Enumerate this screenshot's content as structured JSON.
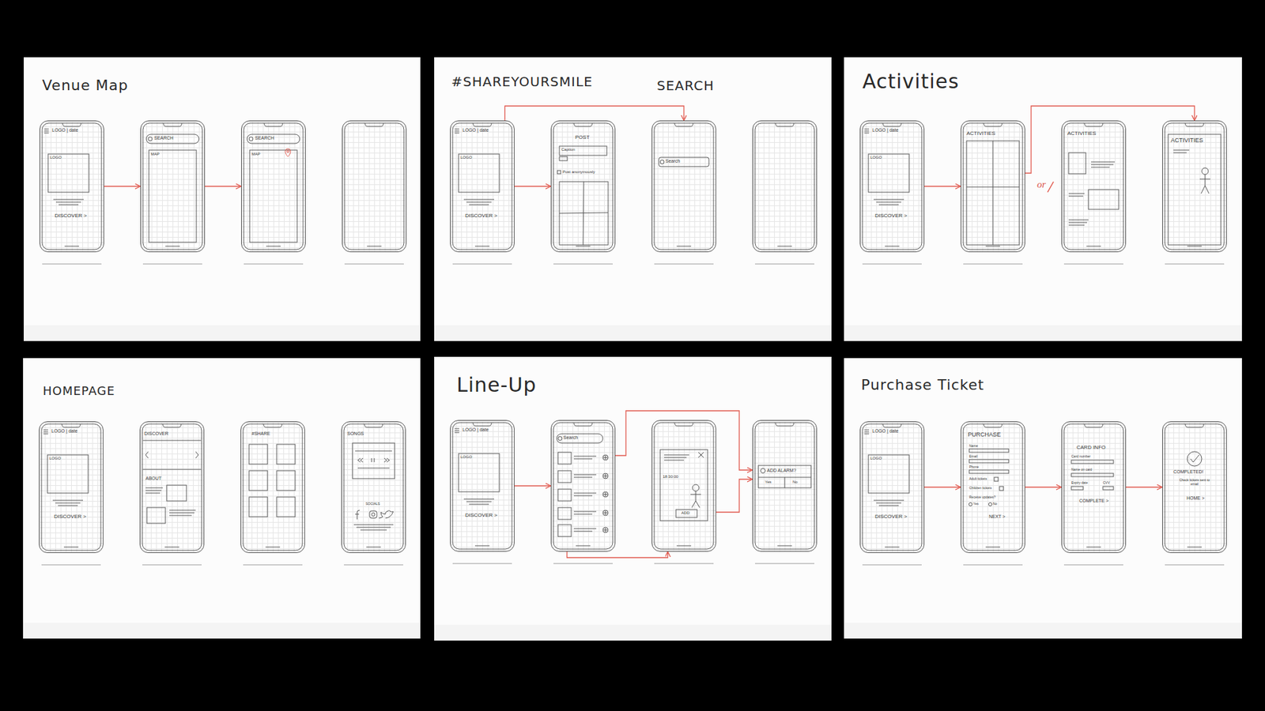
{
  "diagram": {
    "nodes": [
      {
        "text": [
          "Venue Map"
        ]
      },
      {
        "text": [
          "LOGO | date",
          "LOGO",
          "DISCOVER >"
        ],
        "in": 0
      },
      {
        "text": [
          "SEARCH",
          "MAP"
        ],
        "in": 0
      },
      {
        "text": [
          "SEARCH",
          "MAP"
        ],
        "in": 0
      },
      {
        "text": [
          "#SHAREYOURSMILE",
          "SEARCH"
        ]
      },
      {
        "text": [
          "LOGO | date",
          "LOGO",
          "DISCOVER >"
        ],
        "in": 4
      },
      {
        "text": [
          "POST",
          "Caption",
          "Post anonymously"
        ],
        "in": 4
      },
      {
        "text": [
          "Search"
        ],
        "in": 4
      },
      {
        "text": [
          "Activities"
        ]
      },
      {
        "text": [
          "LOGO | date",
          "LOGO",
          "DISCOVER >"
        ],
        "in": 8
      },
      {
        "text": [
          "ACTIVITIES"
        ],
        "in": 8
      },
      {
        "text": [
          "ACTIVITIES"
        ],
        "in": 8
      },
      {
        "text": [
          "ACTIVITIES"
        ],
        "in": 8
      },
      {
        "text": [
          "HOMEPAGE"
        ]
      },
      {
        "text": [
          "LOGO | date",
          "LOGO",
          "DISCOVER >"
        ],
        "in": 13
      },
      {
        "text": [
          "DISCOVER",
          "ABOUT"
        ],
        "in": 13
      },
      {
        "text": [
          "#SHARE"
        ],
        "in": 13
      },
      {
        "text": [
          "SONGS",
          "SOCIALS"
        ],
        "in": 13
      },
      {
        "text": [
          "Line-Up"
        ]
      },
      {
        "text": [
          "LOGO | date",
          "LOGO",
          "DISCOVER >"
        ],
        "in": 18
      },
      {
        "text": [
          "Search"
        ],
        "in": 18
      },
      {
        "text": [
          "18:30:00",
          "ADD"
        ],
        "in": 18
      },
      {
        "text": [
          "ADD ALARM?",
          "Yes",
          "No"
        ],
        "in": 18
      },
      {
        "text": [
          "Purchase Ticket"
        ]
      },
      {
        "text": [
          "LOGO | date",
          "LOGO",
          "DISCOVER >"
        ],
        "in": 23
      },
      {
        "text": [
          "PURCHASE",
          "Name",
          "Email",
          "Phone",
          "Adult tickets",
          "Children tickets",
          "Receive updates?",
          "Yes",
          "No",
          "NEXT >"
        ],
        "in": 23
      },
      {
        "text": [
          "CARD INFO",
          "Card number",
          "Name on card",
          "Expiry date",
          "CVV",
          "COMPLETE >"
        ],
        "in": 23
      },
      {
        "text": [
          "COMPLETED!",
          "Check tickets sent to email",
          "HOME >"
        ],
        "in": 23
      }
    ],
    "edges": [
      {
        "from": 1,
        "to": 2,
        "arrow": "to"
      },
      {
        "from": 2,
        "to": 3,
        "arrow": "to"
      },
      {
        "from": 5,
        "to": 6,
        "arrow": "to"
      },
      {
        "from": 5,
        "to": 7,
        "arrow": "to"
      },
      {
        "from": 9,
        "to": 10,
        "arrow": "to"
      },
      {
        "from": 10,
        "to": 12,
        "arrow": "to"
      },
      {
        "from": 19,
        "to": 20,
        "arrow": "to"
      },
      {
        "from": 20,
        "to": 22,
        "arrow": "to"
      },
      {
        "from": 20,
        "to": 21,
        "arrow": "to"
      },
      {
        "from": 21,
        "to": 22,
        "arrow": "to"
      },
      {
        "from": 24,
        "to": 25,
        "arrow": "to"
      },
      {
        "from": 25,
        "to": 26,
        "arrow": "to"
      },
      {
        "from": 26,
        "to": 27,
        "arrow": "to"
      }
    ],
    "labels": [
      "or"
    ]
  }
}
